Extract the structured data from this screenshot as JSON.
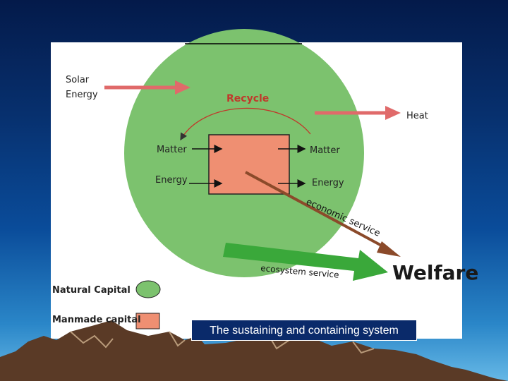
{
  "diagram": {
    "solar_label_1": "Solar",
    "solar_label_2": "Energy",
    "heat_label": "Heat",
    "recycle_label": "Recycle",
    "matter_in": "Matter",
    "matter_out": "Matter",
    "energy_in": "Energy",
    "energy_out": "Energy",
    "economic_service": "economic service",
    "ecosystem_service": "ecosystem service",
    "welfare": "Welfare",
    "legend_natural": "Natural Capital",
    "legend_manmade": "Manmade capital"
  },
  "colors": {
    "natural_capital": "#7cc26e",
    "manmade_capital": "#ef8f72",
    "solar_arrow": "#e06a6a",
    "economic_arrow": "#8b4a2a",
    "ecosystem_arrow": "#3aa83a",
    "caption_bg": "#0a2a6a"
  },
  "caption": "The sustaining and containing system"
}
